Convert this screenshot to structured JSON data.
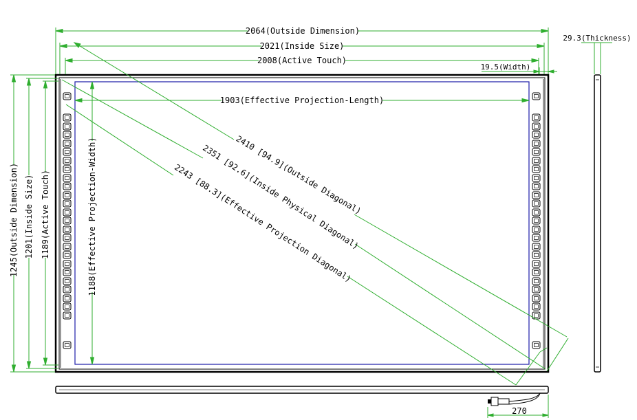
{
  "colors": {
    "dimension": "#2fae2f",
    "frame": "#000000",
    "active_area": "#1a1aa8",
    "text": "#000000"
  },
  "dimensions": {
    "outside_width": "2064(Outside Dimension)",
    "inside_width": "2021(Inside Size)",
    "active_width": "2008(Active Touch)",
    "frame_width": "19.5(Width)",
    "projection_length": "1903(Effective Projection-Length)",
    "outside_height": "1245(Outside Dimension)",
    "inside_height": "1201(Inside Size)",
    "active_height": "1189(Active Touch)",
    "projection_width": "1188(Effective Projection-Width)",
    "thickness": "29.3(Thickness)",
    "cable_length": "270"
  },
  "diagonals": {
    "outside": "2410 [94.9](Outside Diagonal)",
    "inside": "2351 [92.6](Inside Physical Diagonal)",
    "projection": "2243 [88.3](Effective Projection Diagonal)"
  },
  "icons": [
    "sensor-led-icon",
    "usb-connector-icon"
  ]
}
